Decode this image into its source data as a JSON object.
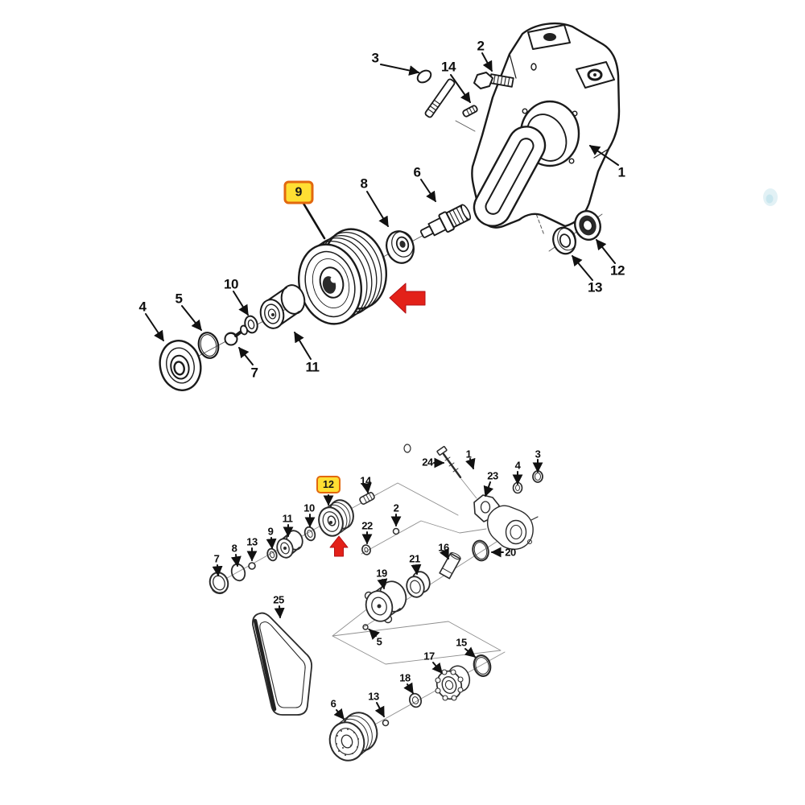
{
  "colors": {
    "highlight_fill": "#ffdf33",
    "highlight_border": "#e2680f",
    "arrow_red": "#e32119",
    "line_color": "#1a1a1a",
    "background": "#ffffff"
  },
  "diagrams": {
    "top": {
      "name": "fan pulley and bracket exploded view",
      "highlighted_label": "9",
      "labels": [
        "3",
        "14",
        "2",
        "1",
        "6",
        "8",
        "10",
        "5",
        "4",
        "7",
        "11",
        "13",
        "12"
      ]
    },
    "bottom": {
      "name": "water pump and idler pulley exploded view",
      "highlighted_label": "12",
      "labels": [
        "25",
        "7",
        "8",
        "13",
        "9",
        "11",
        "10",
        "14",
        "22",
        "2",
        "24",
        "1",
        "23",
        "4",
        "3",
        "20",
        "19",
        "21",
        "16",
        "5",
        "6",
        "13",
        "18",
        "17",
        "15"
      ]
    }
  }
}
